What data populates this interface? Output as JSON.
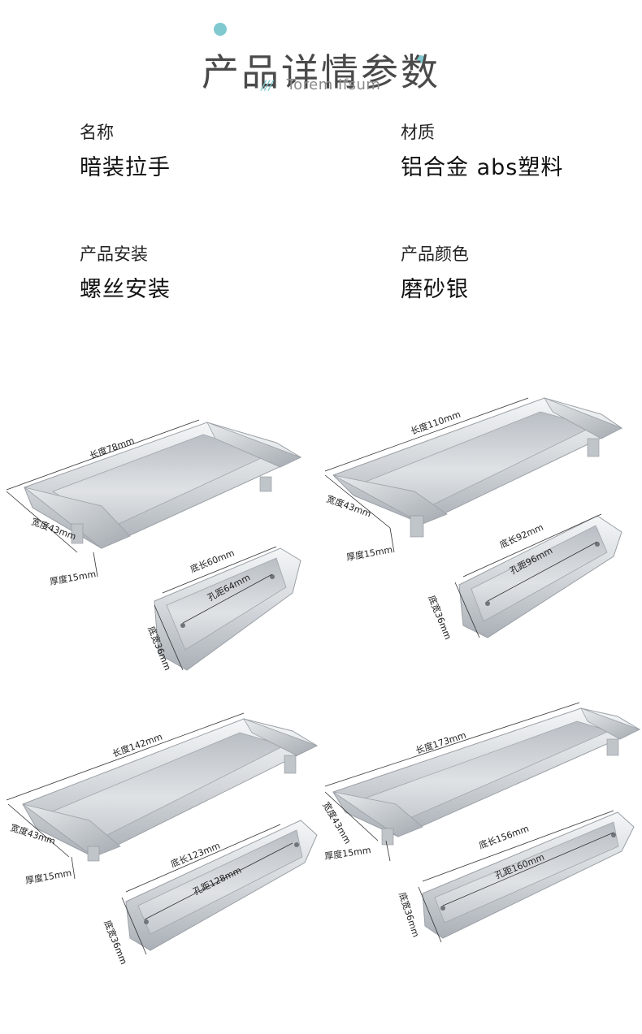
{
  "header": {
    "title": "产品详情参数",
    "subtitle_marks": "///",
    "subtitle": "Torem Ifsum"
  },
  "specs": [
    {
      "label": "名称",
      "value": "暗装拉手"
    },
    {
      "label": "材质",
      "value": "铝合金 abs塑料"
    },
    {
      "label": "产品安装",
      "value": "螺丝安装"
    },
    {
      "label": "产品颜色",
      "value": "磨砂银"
    }
  ],
  "products": [
    {
      "length": "长度78mm",
      "width": "宽度43mm",
      "thickness": "厚度15mm",
      "base_length": "底长60mm",
      "hole_distance": "孔距64mm",
      "base_width": "底宽36mm"
    },
    {
      "length": "长度110mm",
      "width": "宽度43mm",
      "thickness": "厚度15mm",
      "base_length": "底长92mm",
      "hole_distance": "孔距96mm",
      "base_width": "底宽36mm"
    },
    {
      "length": "长度142mm",
      "width": "宽度43mm",
      "thickness": "厚度15mm",
      "base_length": "底长123mm",
      "hole_distance": "孔距128mm",
      "base_width": "底宽36mm"
    },
    {
      "length": "长度173mm",
      "width": "宽度43mm",
      "thickness": "厚度15mm",
      "base_length": "底长156mm",
      "hole_distance": "孔距160mm",
      "base_width": "底宽36mm"
    }
  ],
  "colors": {
    "accent": "#7fc9cf",
    "metal_light": "#eef0f2",
    "metal_mid": "#c9ced3",
    "metal_dark": "#9aa0a6"
  }
}
